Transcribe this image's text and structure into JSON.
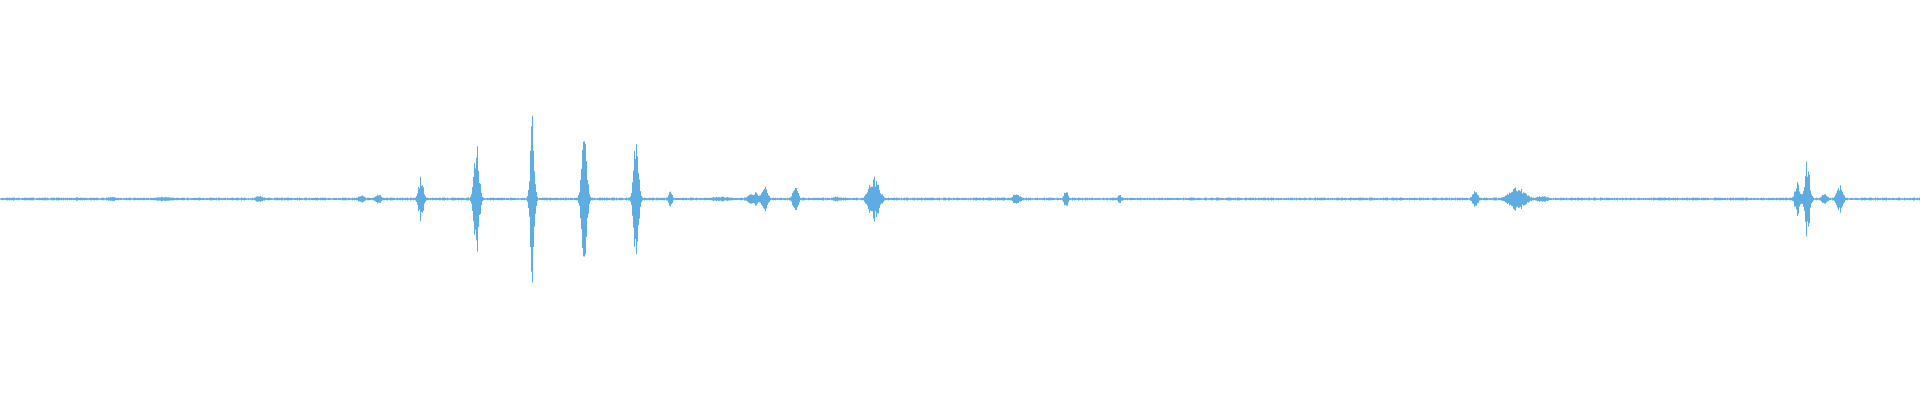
{
  "waveform": {
    "color": "#5dade2",
    "background": "#ffffff",
    "noise_floor": 0.012,
    "duration_fraction_start": 0.0,
    "duration_fraction_end": 1.0,
    "peaks": [
      {
        "t": 0.04,
        "amp": 0.02,
        "width": 0.01
      },
      {
        "t": 0.058,
        "amp": 0.025,
        "width": 0.006
      },
      {
        "t": 0.085,
        "amp": 0.03,
        "width": 0.008
      },
      {
        "t": 0.135,
        "amp": 0.04,
        "width": 0.004
      },
      {
        "t": 0.168,
        "amp": 0.015,
        "width": 0.004
      },
      {
        "t": 0.188,
        "amp": 0.05,
        "width": 0.003
      },
      {
        "t": 0.197,
        "amp": 0.06,
        "width": 0.003
      },
      {
        "t": 0.219,
        "amp": 0.26,
        "width": 0.0025
      },
      {
        "t": 0.248,
        "amp": 0.65,
        "width": 0.0025
      },
      {
        "t": 0.277,
        "amp": 0.98,
        "width": 0.002
      },
      {
        "t": 0.304,
        "amp": 0.86,
        "width": 0.0025
      },
      {
        "t": 0.331,
        "amp": 0.7,
        "width": 0.0025
      },
      {
        "t": 0.349,
        "amp": 0.09,
        "width": 0.002
      },
      {
        "t": 0.375,
        "amp": 0.03,
        "width": 0.01
      },
      {
        "t": 0.393,
        "amp": 0.08,
        "width": 0.006
      },
      {
        "t": 0.398,
        "amp": 0.15,
        "width": 0.003
      },
      {
        "t": 0.414,
        "amp": 0.16,
        "width": 0.0025
      },
      {
        "t": 0.436,
        "amp": 0.03,
        "width": 0.006
      },
      {
        "t": 0.455,
        "amp": 0.26,
        "width": 0.005
      },
      {
        "t": 0.529,
        "amp": 0.06,
        "width": 0.004
      },
      {
        "t": 0.555,
        "amp": 0.11,
        "width": 0.002
      },
      {
        "t": 0.583,
        "amp": 0.05,
        "width": 0.002
      },
      {
        "t": 0.768,
        "amp": 0.09,
        "width": 0.003
      },
      {
        "t": 0.79,
        "amp": 0.14,
        "width": 0.008
      },
      {
        "t": 0.803,
        "amp": 0.04,
        "width": 0.006
      },
      {
        "t": 0.905,
        "amp": 0.015,
        "width": 0.01
      },
      {
        "t": 0.936,
        "amp": 0.2,
        "width": 0.0025
      },
      {
        "t": 0.941,
        "amp": 0.45,
        "width": 0.0025
      },
      {
        "t": 0.95,
        "amp": 0.06,
        "width": 0.003
      },
      {
        "t": 0.958,
        "amp": 0.16,
        "width": 0.003
      }
    ],
    "amplitude_scale": 0.22
  }
}
